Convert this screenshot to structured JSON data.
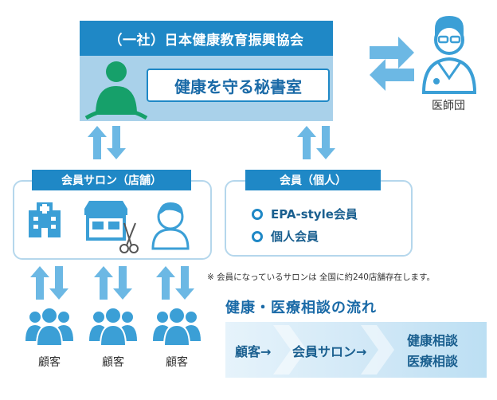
{
  "org": {
    "title": "（一社）日本健康教育振興協会",
    "secretary": "健康を守る秘書室"
  },
  "doctor": {
    "label": "医師団"
  },
  "salon": {
    "title": "会員サロン（店舗）"
  },
  "member": {
    "title": "会員（個人）",
    "items": [
      "EPA-style会員",
      "個人会員"
    ]
  },
  "note": "※ 会員になっているサロンは 全国に約240店舗存在します。",
  "flow": {
    "title": "健康・医療相談の流れ",
    "step1": "顧客→",
    "step2": "会員サロン→",
    "step3a": "健康相談",
    "step3b": "医療相談"
  },
  "customers": [
    "顧客",
    "顧客",
    "顧客"
  ],
  "colors": {
    "primary": "#1f88c6",
    "light": "#a9d1ea",
    "icon": "#3b9fd6"
  }
}
